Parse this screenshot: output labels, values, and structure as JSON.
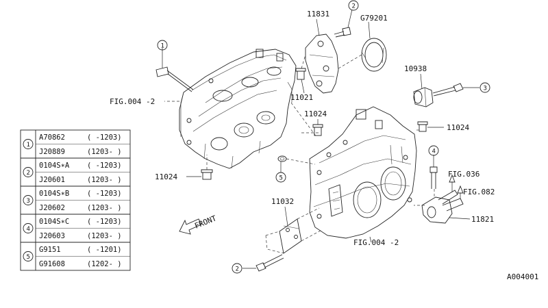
{
  "labels": {
    "p11831": "11831",
    "pG79201": "G79201",
    "p10938": "10938",
    "p11021": "11021",
    "p11024_a": "11024",
    "p11024_b": "11024",
    "p11024_c": "11024",
    "fig004_top": "FIG.004 -2",
    "fig004_bottom": "FIG.004 -2",
    "fig036": "FIG.036",
    "fig082": "FIG.082",
    "p11821": "11821",
    "p11032": "11032",
    "front": "FRONT",
    "diagram_id": "A004001"
  },
  "callouts": {
    "c1": "1",
    "c2_top": "2",
    "c3": "3",
    "c4": "4",
    "c5": "5",
    "c2_bottom": "2"
  },
  "legend": {
    "rows": [
      {
        "num": "1",
        "a_part": "A70862",
        "a_range": "( -1203)",
        "b_part": "J20889",
        "b_range": "(1203- )"
      },
      {
        "num": "2",
        "a_part": "0104S∗A",
        "a_range": "( -1203)",
        "b_part": "J20601",
        "b_range": "(1203- )"
      },
      {
        "num": "3",
        "a_part": "0104S∗B",
        "a_range": "( -1203)",
        "b_part": "J20602",
        "b_range": "(1203- )"
      },
      {
        "num": "4",
        "a_part": "0104S∗C",
        "a_range": "( -1203)",
        "b_part": "J20603",
        "b_range": "(1203- )"
      },
      {
        "num": "5",
        "a_part": "G9151",
        "a_range": "( -1201)",
        "b_part": "G91608",
        "b_range": "(1202- )"
      }
    ]
  }
}
